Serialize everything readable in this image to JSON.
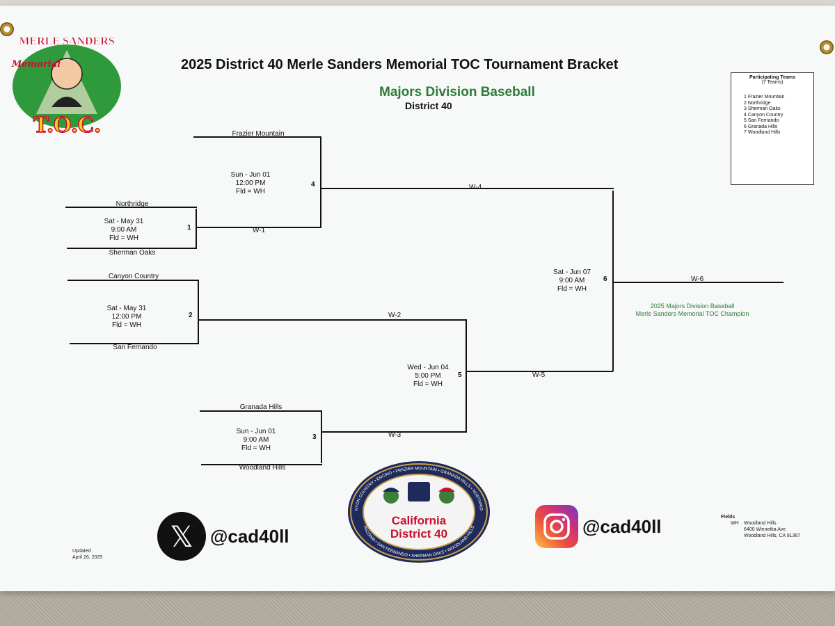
{
  "header": {
    "title": "2025 District 40 Merle Sanders Memorial TOC Tournament Bracket",
    "division": "Majors Division Baseball",
    "district": "District 40"
  },
  "logo": {
    "top_text": "MERLE SANDERS",
    "script_text": "Memorial",
    "bottom_text": "T.O.C."
  },
  "participating": {
    "title": "Participating Teams",
    "count": "(7 Teams)",
    "teams": [
      "1 Frazier Mountain",
      "2 Northridge",
      "3 Sherman Oaks",
      "4 Canyon Country",
      "5 San Fernando",
      "6 Granada Hills",
      "7 Woodland Hills"
    ]
  },
  "bracket": {
    "game1": {
      "num": "1",
      "top": "Northridge",
      "bottom": "Sherman Oaks",
      "date": "Sat - May 31",
      "time": "9:00 AM",
      "field": "Fld = WH",
      "winner": "W-1"
    },
    "game2": {
      "num": "2",
      "top": "Canyon Country",
      "bottom": "San Fernando",
      "date": "Sat - May 31",
      "time": "12:00 PM",
      "field": "Fld = WH",
      "winner": "W-2"
    },
    "game3": {
      "num": "3",
      "top": "Granada Hills",
      "bottom": "Woodland Hills",
      "date": "Sun - Jun 01",
      "time": "9:00 AM",
      "field": "Fld = WH",
      "winner": "W-3"
    },
    "game4": {
      "num": "4",
      "top": "Frazier Mountain",
      "date": "Sun - Jun 01",
      "time": "12:00 PM",
      "field": "Fld = WH",
      "winner": "W-4"
    },
    "game5": {
      "num": "5",
      "date": "Wed - Jun 04",
      "time": "5:00 PM",
      "field": "Fld = WH",
      "winner": "W-5"
    },
    "game6": {
      "num": "6",
      "date": "Sat - Jun 07",
      "time": "9:00 AM",
      "field": "Fld = WH",
      "winner": "W-6"
    },
    "champion_line1": "2025 Majors Division Baseball",
    "champion_line2": "Merle Sanders Memorial TOC Champion"
  },
  "social": {
    "x_handle": "@cad40ll",
    "instagram_handle": "@cad40ll"
  },
  "seal": {
    "title1": "California",
    "title2": "District 40",
    "ring_top": "CANYON COUNTRY • ENCINO • FRAZIER MOUNTAIN • GRANADA HILLS • NORTHRIDGE",
    "ring_bottom": "PACOIMA • SAN FERNANDO • SHERMAN OAKS • WOODLAND HILLS"
  },
  "updated": {
    "label": "Updated",
    "date": "April 26, 2025"
  },
  "fields": {
    "label": "Fields",
    "code": "WH",
    "name": "Woodland Hills",
    "address1": "6400 Winnetka Ave",
    "address2": "Woodland Hills, CA 91367"
  },
  "colors": {
    "accent_green": "#2e7a3a",
    "seal_red": "#c8102e",
    "seal_navy": "#1f2a5c"
  }
}
